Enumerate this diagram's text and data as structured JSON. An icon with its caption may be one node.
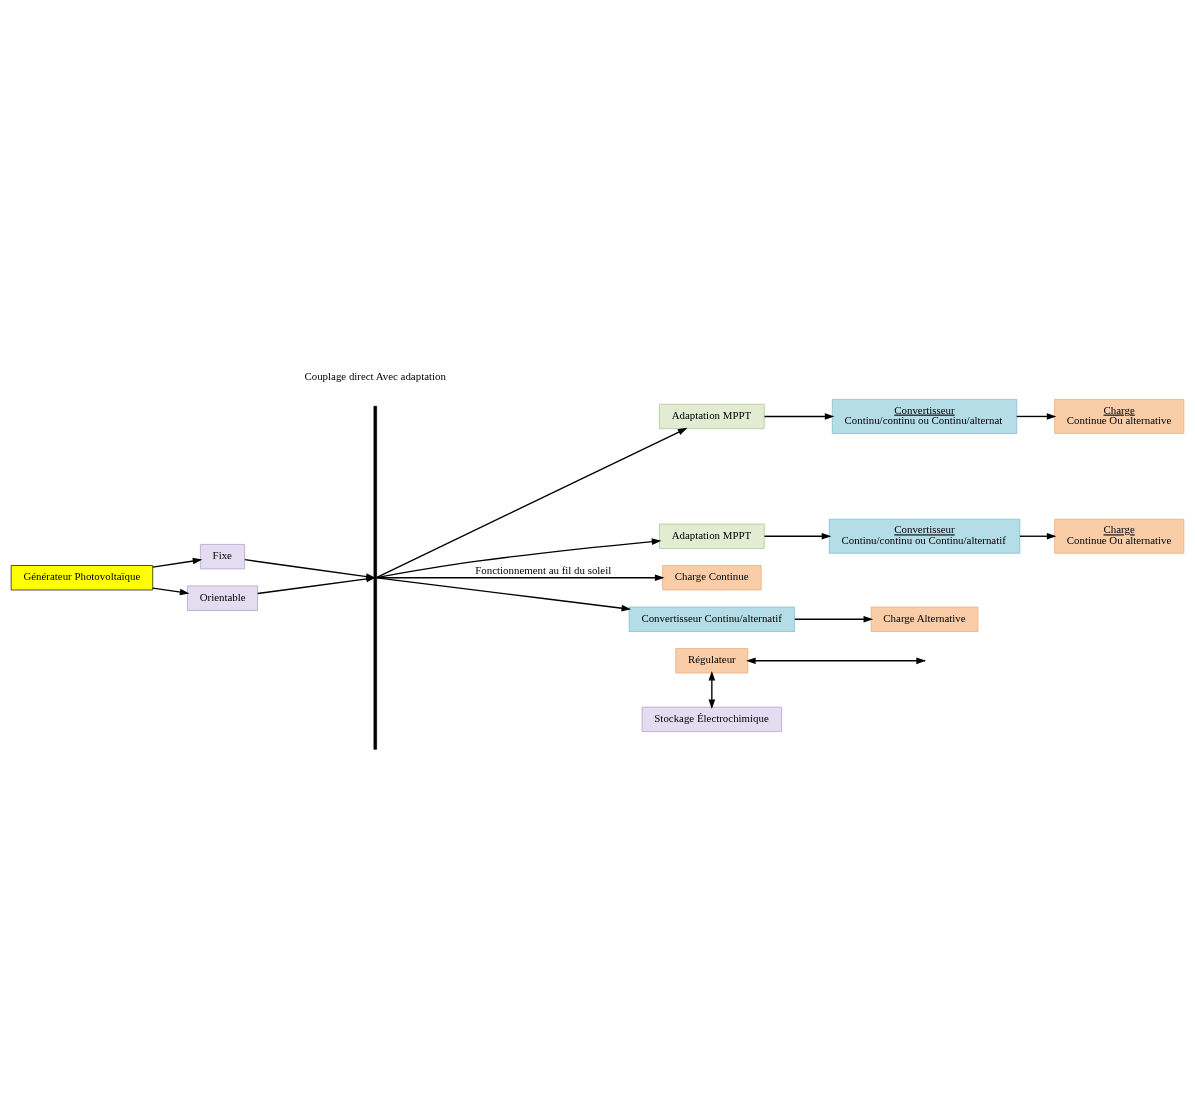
{
  "diagram": {
    "nodes": [
      {
        "text": [
          "Stockage Électrochimique"
        ]
      },
      {
        "text": [
          "Fixe"
        ]
      },
      {
        "text": [
          "Régulateur"
        ]
      },
      {
        "text": [
          "Charge",
          "Continue Ou alternative"
        ]
      },
      {
        "text": [
          "Adaptation MPPT"
        ]
      },
      {
        "text": [
          "Convertisseur",
          "Continu/continu ou Continu/alternatif"
        ]
      },
      {
        "text": [
          "Générateur Photovoltaïque"
        ]
      },
      {
        "text": [
          "Charge Continue"
        ]
      },
      {
        "text": [
          "Convertisseur Continu/alternatif"
        ]
      },
      {
        "text": [
          "Charge Alternative"
        ]
      },
      {
        "text": [
          "Convertisseur",
          "Continu/continu ou Continu/alternat"
        ]
      },
      {
        "text": [
          "Charge",
          "Continue Ou alternative"
        ]
      },
      {
        "text": [
          "Adaptation MPPT"
        ]
      },
      {
        "text": [
          "Orientable"
        ]
      },
      {
        "text": [],
        "shape": "bar"
      }
    ],
    "edges": [
      {
        "from": 2,
        "to": 0,
        "arrow": "both"
      },
      {
        "from": 2,
        "to": null,
        "arrow": "both"
      },
      {
        "from": 4,
        "to": 5,
        "arrow": "to"
      },
      {
        "from": 5,
        "to": 3,
        "arrow": "to"
      },
      {
        "from": 6,
        "to": 1,
        "arrow": "to"
      },
      {
        "from": 1,
        "to": 14,
        "arrow": "to"
      },
      {
        "from": 6,
        "to": 13,
        "arrow": "to"
      },
      {
        "from": 13,
        "to": 14,
        "arrow": "to"
      },
      {
        "from": 14,
        "to": 4,
        "arrow": "to"
      },
      {
        "from": 14,
        "to": 7,
        "arrow": "to",
        "label": "Fonctionnement au fil du soleil"
      },
      {
        "from": 14,
        "to": 8,
        "arrow": "to"
      },
      {
        "from": 14,
        "to": 12,
        "arrow": "to"
      },
      {
        "from": 8,
        "to": 9,
        "arrow": "to"
      },
      {
        "from": 12,
        "to": 10,
        "arrow": "to"
      },
      {
        "from": 10,
        "to": 11,
        "arrow": "to"
      }
    ],
    "labels": [
      "Couplage direct Avec adaptation"
    ]
  }
}
